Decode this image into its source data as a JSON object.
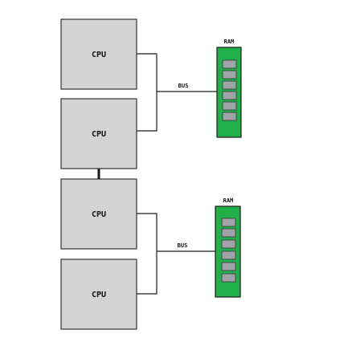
{
  "colors": {
    "cpu_fill": "#d3d3d3",
    "cpu_stroke": "#333333",
    "ram_fill": "#22b04a",
    "ram_stroke": "#1a1a1a",
    "chip_fill": "#9ea4a8",
    "chip_stroke": "#333333",
    "wire": "#1a1a1a"
  },
  "cpus": [
    {
      "label": "CPU"
    },
    {
      "label": "CPU"
    },
    {
      "label": "CPU"
    },
    {
      "label": "CPU"
    }
  ],
  "groups": [
    {
      "bus_label": "BUS",
      "ram_label": "RAM"
    },
    {
      "bus_label": "BUS",
      "ram_label": "RAM"
    }
  ]
}
